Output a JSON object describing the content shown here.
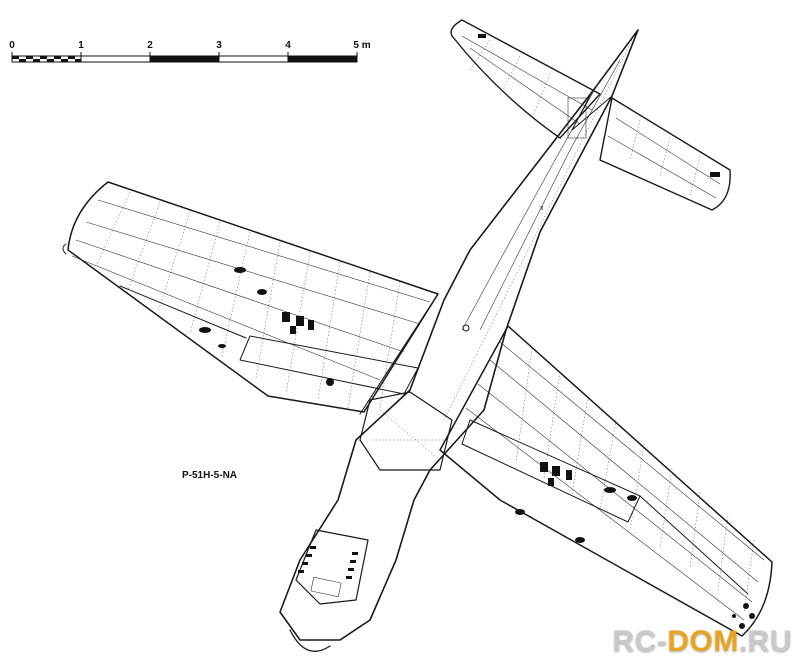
{
  "scale_bar": {
    "ticks": [
      "0",
      "1",
      "2",
      "3",
      "4",
      "5 m"
    ]
  },
  "designation": "P-51H-5-NA",
  "watermark": {
    "part1": "RC-",
    "part2": "DOM",
    "part3": ".RU",
    "color_main": "#c9c9c9",
    "color_accent": "#e8a41c"
  }
}
